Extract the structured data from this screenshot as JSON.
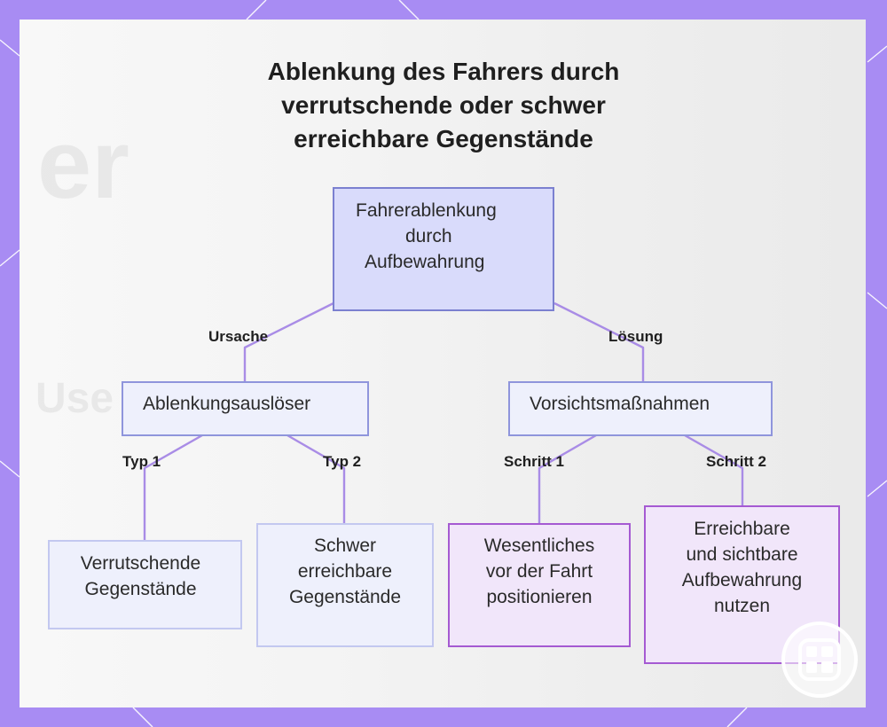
{
  "title": [
    "Ablenkung des Fahrers durch",
    "verrutschende oder schwer",
    "erreichbare Gegenstände"
  ],
  "root": {
    "lines": [
      "Fahrerablenkung",
      "durch",
      "Aufbewahrung"
    ]
  },
  "branches": {
    "left": {
      "edge_label": "Ursache",
      "label": "Ablenkungsauslöser",
      "children": [
        {
          "edge_label": "Typ 1",
          "lines": [
            "Verrutschende",
            "Gegenstände"
          ]
        },
        {
          "edge_label": "Typ 2",
          "lines": [
            "Schwer",
            "erreichbare",
            "Gegenstände"
          ]
        }
      ]
    },
    "right": {
      "edge_label": "Lösung",
      "label": "Vorsichtsmaßnahmen",
      "children": [
        {
          "edge_label": "Schritt 1",
          "lines": [
            "Wesentliches",
            "vor der Fahrt",
            "positionieren"
          ]
        },
        {
          "edge_label": "Schritt 2",
          "lines": [
            "Erreichbare",
            "und sichtbare",
            "Aufbewahrung",
            "nutzen"
          ]
        }
      ]
    }
  },
  "colors": {
    "frame": "#a88cf3",
    "connector": "#a98ce6",
    "root_fill": "#d9dbfb",
    "root_border": "#7b80d0",
    "blue_node_fill": "#eef0fc",
    "purple_node_fill": "#f1e6fa",
    "purple_node_border": "#a55ad2"
  },
  "icons": {
    "corner_badge": "grid-app-icon"
  }
}
